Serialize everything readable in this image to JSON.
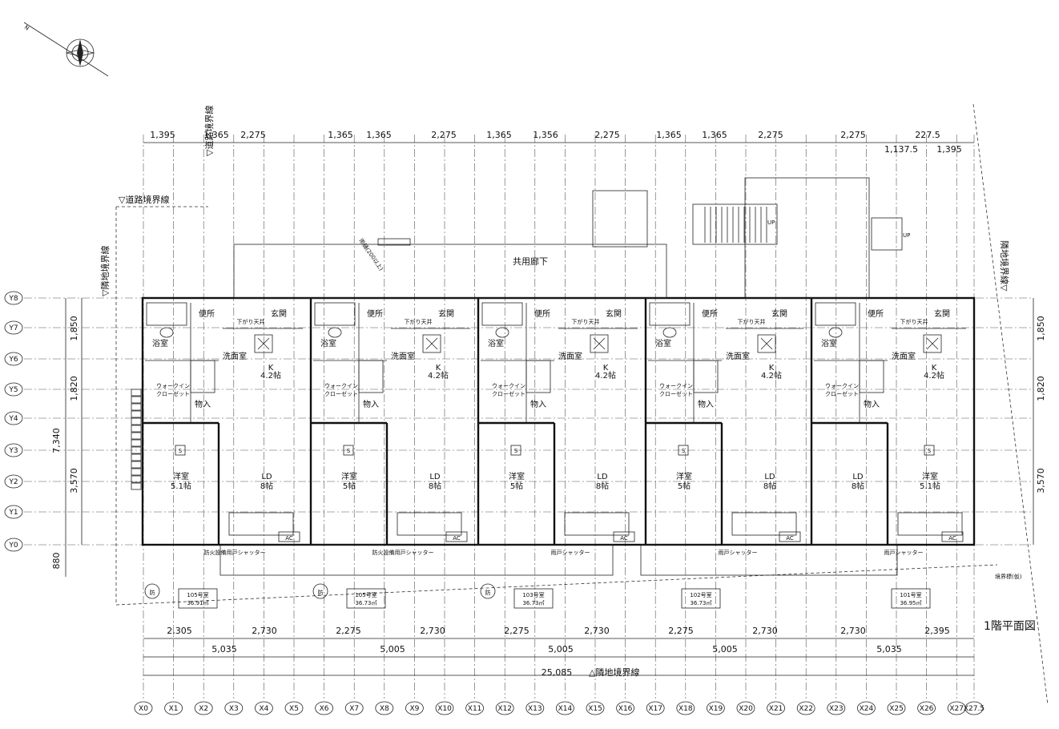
{
  "top_dims": [
    "1,395",
    "1,365",
    "2,275",
    "1,365",
    "1,365",
    "2,275",
    "1,365",
    "1,356",
    "2,275",
    "1,365",
    "1,365",
    "2,275",
    "2,275",
    "227.5"
  ],
  "top_sub_dims": [
    "1,137.5",
    "1,395"
  ],
  "left_total": "7,340",
  "left_dims": [
    "1,850",
    "1,820",
    "3,570",
    "880"
  ],
  "right_dims": [
    "1,850",
    "1,820",
    "3,570"
  ],
  "bottom_dims_row1": [
    "2,305",
    "2,730",
    "2,275",
    "2,730",
    "2,275",
    "2,730",
    "2,275",
    "2,730",
    "2,730",
    "2,395"
  ],
  "bottom_dims_row2": [
    "5,035",
    "5,005",
    "5,005",
    "5,005",
    "5,035"
  ],
  "bottom_total": "25,085",
  "y_grid": [
    "Y8",
    "Y7",
    "Y6",
    "Y5",
    "Y4",
    "Y3",
    "Y2",
    "Y1",
    "Y0"
  ],
  "x_grid": [
    "X0",
    "X1",
    "X2",
    "X3",
    "X4",
    "X5",
    "X6",
    "X7",
    "X8",
    "X9",
    "X10",
    "X11",
    "X12",
    "X13",
    "X14",
    "X15",
    "X16",
    "X17",
    "X18",
    "X19",
    "X20",
    "X21",
    "X22",
    "X23",
    "X24",
    "X25",
    "X26",
    "X27",
    "X27.5"
  ],
  "labels": {
    "road_boundary": "▽道路境界線",
    "road_boundary_vertical": "▽道路境界線",
    "neighbor_boundary_left": "▽隣地境界線",
    "neighbor_boundary_right": "隣地境界線▽",
    "neighbor_boundary_bottom": "△隣地境界線",
    "corridor": "共用廊下",
    "floor_plan_title": "1階平面図",
    "up": "UP",
    "ac": "AC",
    "bou": "防",
    "s_mark": "S",
    "ceiling_down": "下がり天井",
    "boundary_marker": "境界標(仮)",
    "rain_gutter_note": "雨樋(200以上)"
  },
  "units": [
    {
      "no": "105号室",
      "area": "36.91㎡",
      "western": "洋室",
      "western_size": "5.1帖",
      "ld": "LD",
      "ld_size": "8帖",
      "k": "K",
      "k_size": "4.2帖",
      "bath": "浴室",
      "toilet": "便所",
      "wash": "洗面室",
      "entry": "玄関",
      "closet": "ウォークイン\nクローゼット",
      "storage": "物入",
      "shutter": "防火設備用戸シャッター"
    },
    {
      "no": "105号室",
      "area": "36.73㎡",
      "western": "洋室",
      "western_size": "5帖",
      "ld": "LD",
      "ld_size": "8帖",
      "k": "K",
      "k_size": "4.2帖",
      "bath": "浴室",
      "toilet": "便所",
      "wash": "洗面室",
      "entry": "玄関",
      "closet": "ウォークイン\nクローゼット",
      "storage": "物入",
      "shutter": "防火設備用戸シャッター"
    },
    {
      "no": "103号室",
      "area": "36.73㎡",
      "western": "洋室",
      "western_size": "5帖",
      "ld": "LD",
      "ld_size": "8帖",
      "k": "K",
      "k_size": "4.2帖",
      "bath": "浴室",
      "toilet": "便所",
      "wash": "洗面室",
      "entry": "玄関",
      "closet": "ウォークイン\nクローゼット",
      "storage": "物入",
      "shutter": "雨戸シャッター"
    },
    {
      "no": "102号室",
      "area": "36.73㎡",
      "western": "洋室",
      "western_size": "5帖",
      "ld": "LD",
      "ld_size": "8帖",
      "k": "K",
      "k_size": "4.2帖",
      "bath": "浴室",
      "toilet": "便所",
      "wash": "洗面室",
      "entry": "玄関",
      "closet": "ウォークイン\nクローゼット",
      "storage": "物入",
      "shutter": "雨戸シャッター"
    },
    {
      "no": "101号室",
      "area": "36.95㎡",
      "western": "洋室",
      "western_size": "5.1帖",
      "ld": "LD",
      "ld_size": "8帖",
      "k": "K",
      "k_size": "4.2帖",
      "bath": "浴室",
      "toilet": "便所",
      "wash": "洗面室",
      "entry": "玄関",
      "closet": "ウォークイン\nクローゼット",
      "storage": "物入",
      "shutter": "雨戸シャッター"
    }
  ]
}
